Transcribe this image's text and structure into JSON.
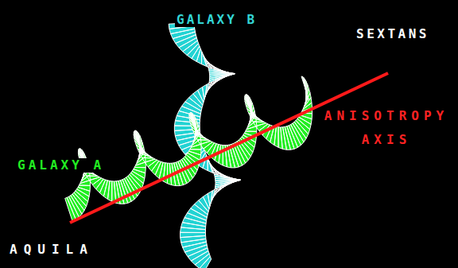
{
  "diagram": {
    "labels": [
      "GALAXY B",
      "SEXTANS",
      "ANISOTROPY AXIS",
      "GALAXY A",
      "AQUILA"
    ]
  }
}
